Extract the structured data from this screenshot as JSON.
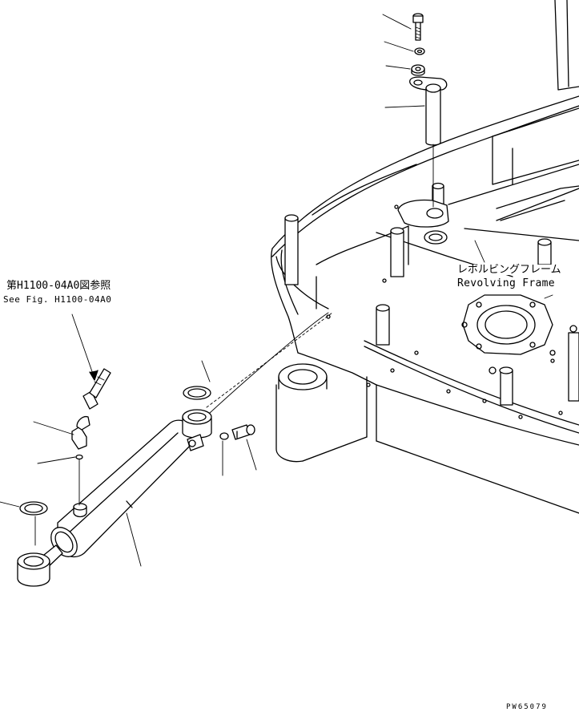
{
  "labels": {
    "ref_ja": "第H1100-04A0図参照",
    "ref_en": "See Fig. H1100-04A0",
    "frame_ja": "レボルビングフレーム",
    "frame_en": "Revolving Frame",
    "drawing_code": "PW65079"
  },
  "icons": {
    "cylinder": "hydraulic-cylinder-icon",
    "bolt": "bolt-icon",
    "pin": "pin-icon"
  }
}
